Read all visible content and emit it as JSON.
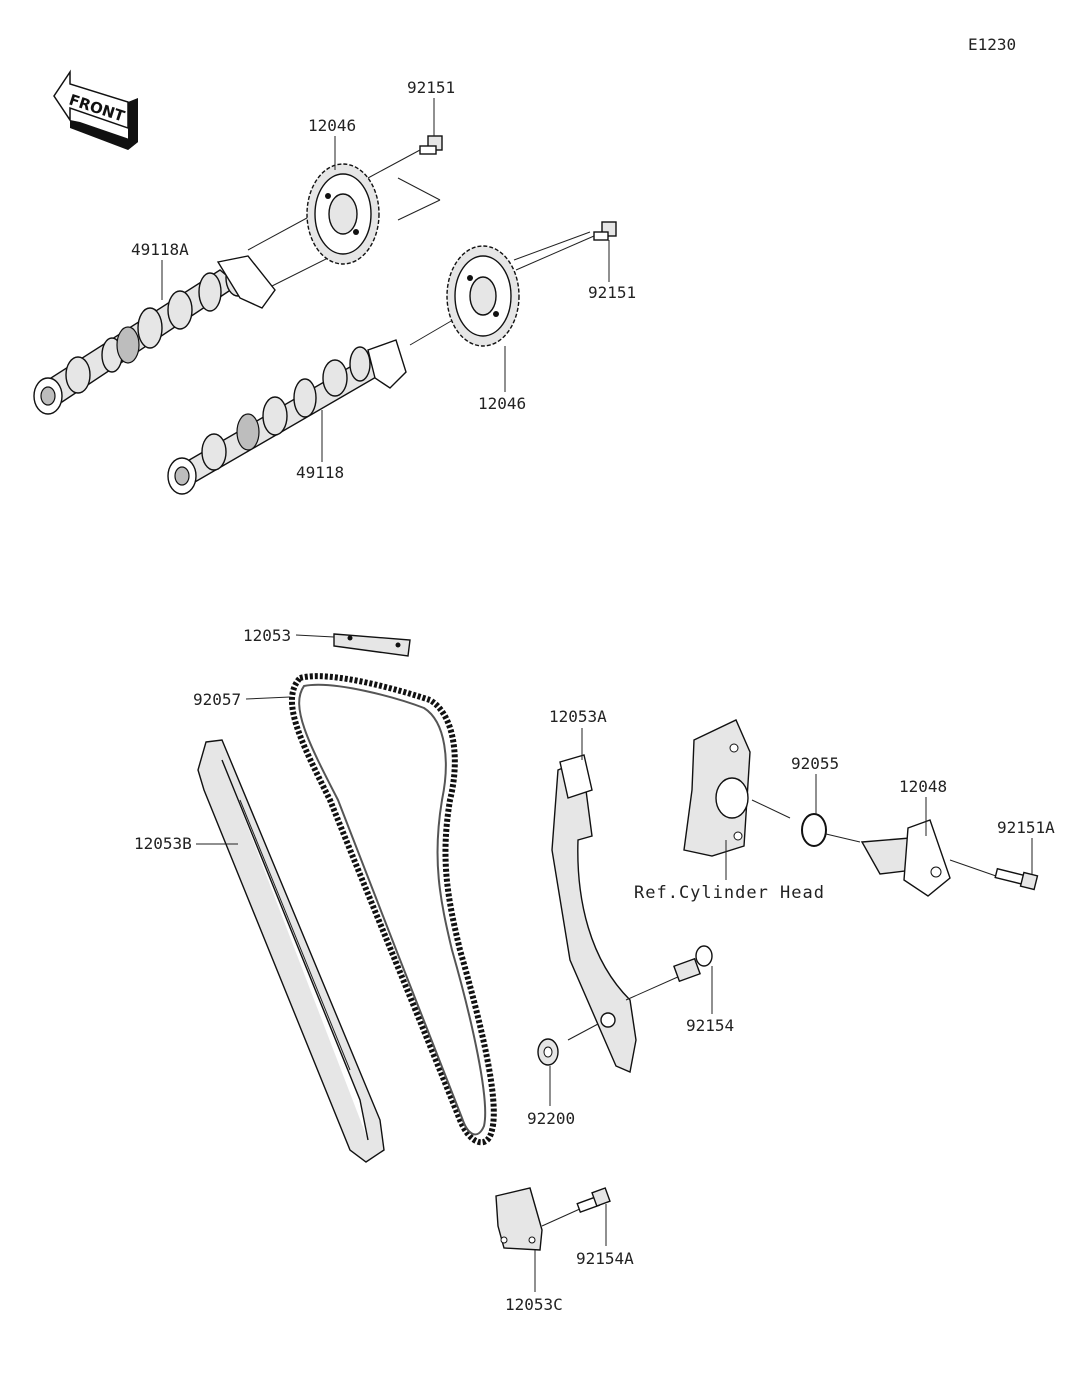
{
  "diagram_id": "E1230",
  "front_arrow": {
    "text": "FRONT",
    "icon": "front-direction-arrow-icon"
  },
  "parts": {
    "bolt_sprocket_upper": "92151",
    "sprocket_upper": "12046",
    "camshaft_upper": "49118A",
    "bolt_sprocket_lower": "92151",
    "sprocket_lower": "12046",
    "camshaft_lower": "49118",
    "guide_top": "12053",
    "chain": "92057",
    "guide_front": "12053B",
    "guide_rear": "12053A",
    "oring": "92055",
    "tensioner": "12048",
    "bolt_tensioner": "92151A",
    "bolt_pivot": "92154",
    "washer": "92200",
    "guide_bottom": "12053C",
    "bolt_guide_bottom": "92154A"
  },
  "reference_note": "Ref.Cylinder Head"
}
